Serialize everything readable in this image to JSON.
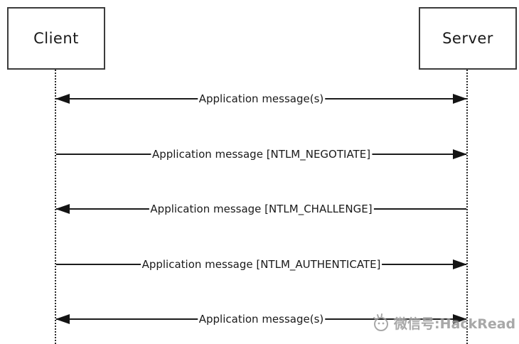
{
  "diagram": {
    "actors": [
      {
        "name": "Client"
      },
      {
        "name": "Server"
      }
    ],
    "messages": [
      {
        "label": "Application message(s)",
        "direction": "both"
      },
      {
        "label": "Application message [NTLM_NEGOTIATE]",
        "direction": "right"
      },
      {
        "label": "Application message [NTLM_CHALLENGE]",
        "direction": "left"
      },
      {
        "label": "Application message [NTLM_AUTHENTICATE]",
        "direction": "right"
      },
      {
        "label": "Application message(s)",
        "direction": "both"
      }
    ]
  },
  "watermark": {
    "text": "微信号:HackRead",
    "icon": "wechat-account-icon"
  },
  "colors": {
    "background": "#ffffff",
    "line": "#1c1c1c",
    "box_border": "#3c3c3c",
    "text": "#1a1a1a",
    "watermark": "#9d9d9d"
  }
}
